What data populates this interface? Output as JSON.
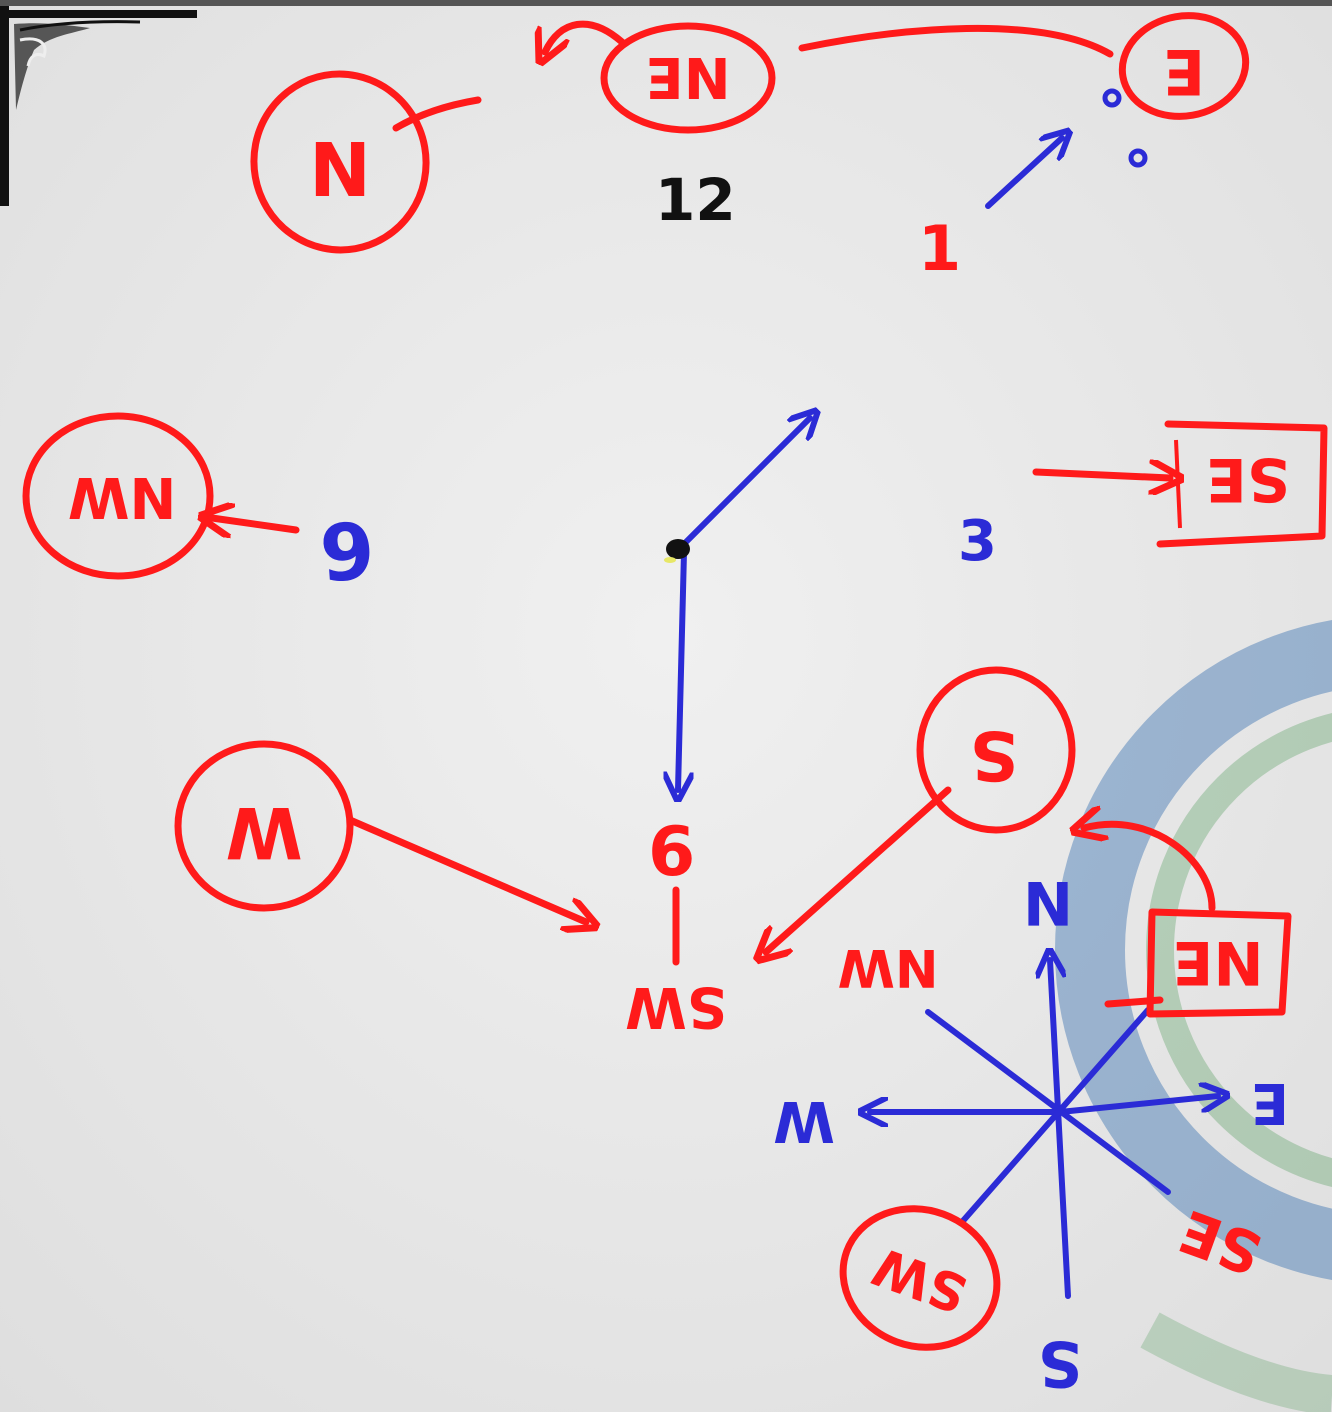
{
  "clock": {
    "numbers": {
      "twelve": "12",
      "one": "1",
      "three": "3",
      "nine": "9",
      "six": "6"
    }
  },
  "labels": {
    "n_top": "N",
    "ne_top": "NE",
    "e_top": "E",
    "nw_left": "NW",
    "se_right": "SE",
    "w_left": "W",
    "s_circle": "S",
    "sw_center": "SW",
    "nw_mid": "NW"
  },
  "compass": {
    "n": "N",
    "ne": "NE",
    "e": "E",
    "se": "SE",
    "s": "S",
    "sw": "SW",
    "w": "W",
    "nw": "NW"
  },
  "colors": {
    "red": "#ff1a1a",
    "blue": "#2b2bd6",
    "black": "#111111",
    "background": "#e9e9e9",
    "watermark": "#1f5fa8"
  }
}
